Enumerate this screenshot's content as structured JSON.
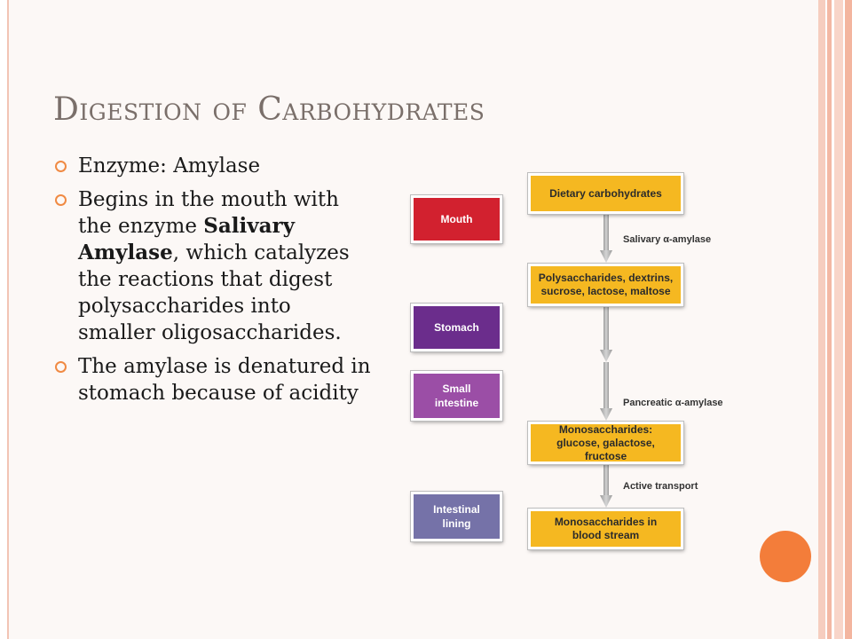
{
  "slide": {
    "title": "Digestion of Carbohydrates",
    "bullets": {
      "b1": "Enzyme: Amylase",
      "b2_pre": "Begins in the mouth with the enzyme ",
      "b2_bold": "Salivary Amylase",
      "b2_post": ", which catalyzes the reactions that digest polysaccharides into smaller oligosaccharides.",
      "b3": "The amylase is denatured in stomach because of acidity"
    }
  },
  "diagram": {
    "organs": {
      "mouth": "Mouth",
      "stomach": "Stomach",
      "small_intestine": "Small intestine",
      "intestinal_lining": "Intestinal lining"
    },
    "stages": {
      "s1": "Dietary carbohydrates",
      "s2": "Polysaccharides, dextrins, sucrose, lactose, maltose",
      "s3": "Monosaccharides: glucose, galactose, fructose",
      "s4": "Monosaccharides in blood stream"
    },
    "labels": {
      "l1": "Salivary α-amylase",
      "l2": "Pancreatic α-amylase",
      "l3": "Active transport"
    }
  },
  "colors": {
    "accent_orange": "#f08a43",
    "title_gray": "#7a6f6a",
    "stage_yellow": "#f5b821",
    "mouth_red": "#d2212f",
    "stomach_purple": "#6b2d8c",
    "small_intestine_purple": "#9b4ea6",
    "intestinal_lining_blue": "#7572a8"
  }
}
